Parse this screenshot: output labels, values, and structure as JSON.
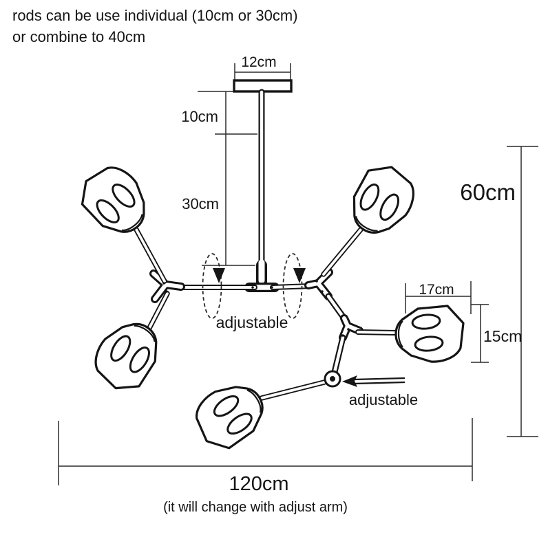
{
  "colors": {
    "background": "#ffffff",
    "ink": "#151515"
  },
  "notes": {
    "top_line1": "rods can be use individual (10cm or 30cm)",
    "top_line2": "or combine to 40cm",
    "width_note": "(it will change with adjust arm)"
  },
  "dimensions": {
    "canopy_width": "12cm",
    "upper_rod_length": "10cm",
    "lower_rod_length": "30cm",
    "shade_width": "17cm",
    "shade_height": "15cm",
    "overall_height": "60cm",
    "overall_width": "120cm"
  },
  "labels": {
    "rotation_adjustable": "adjustable",
    "arm_adjustable": "adjustable"
  }
}
